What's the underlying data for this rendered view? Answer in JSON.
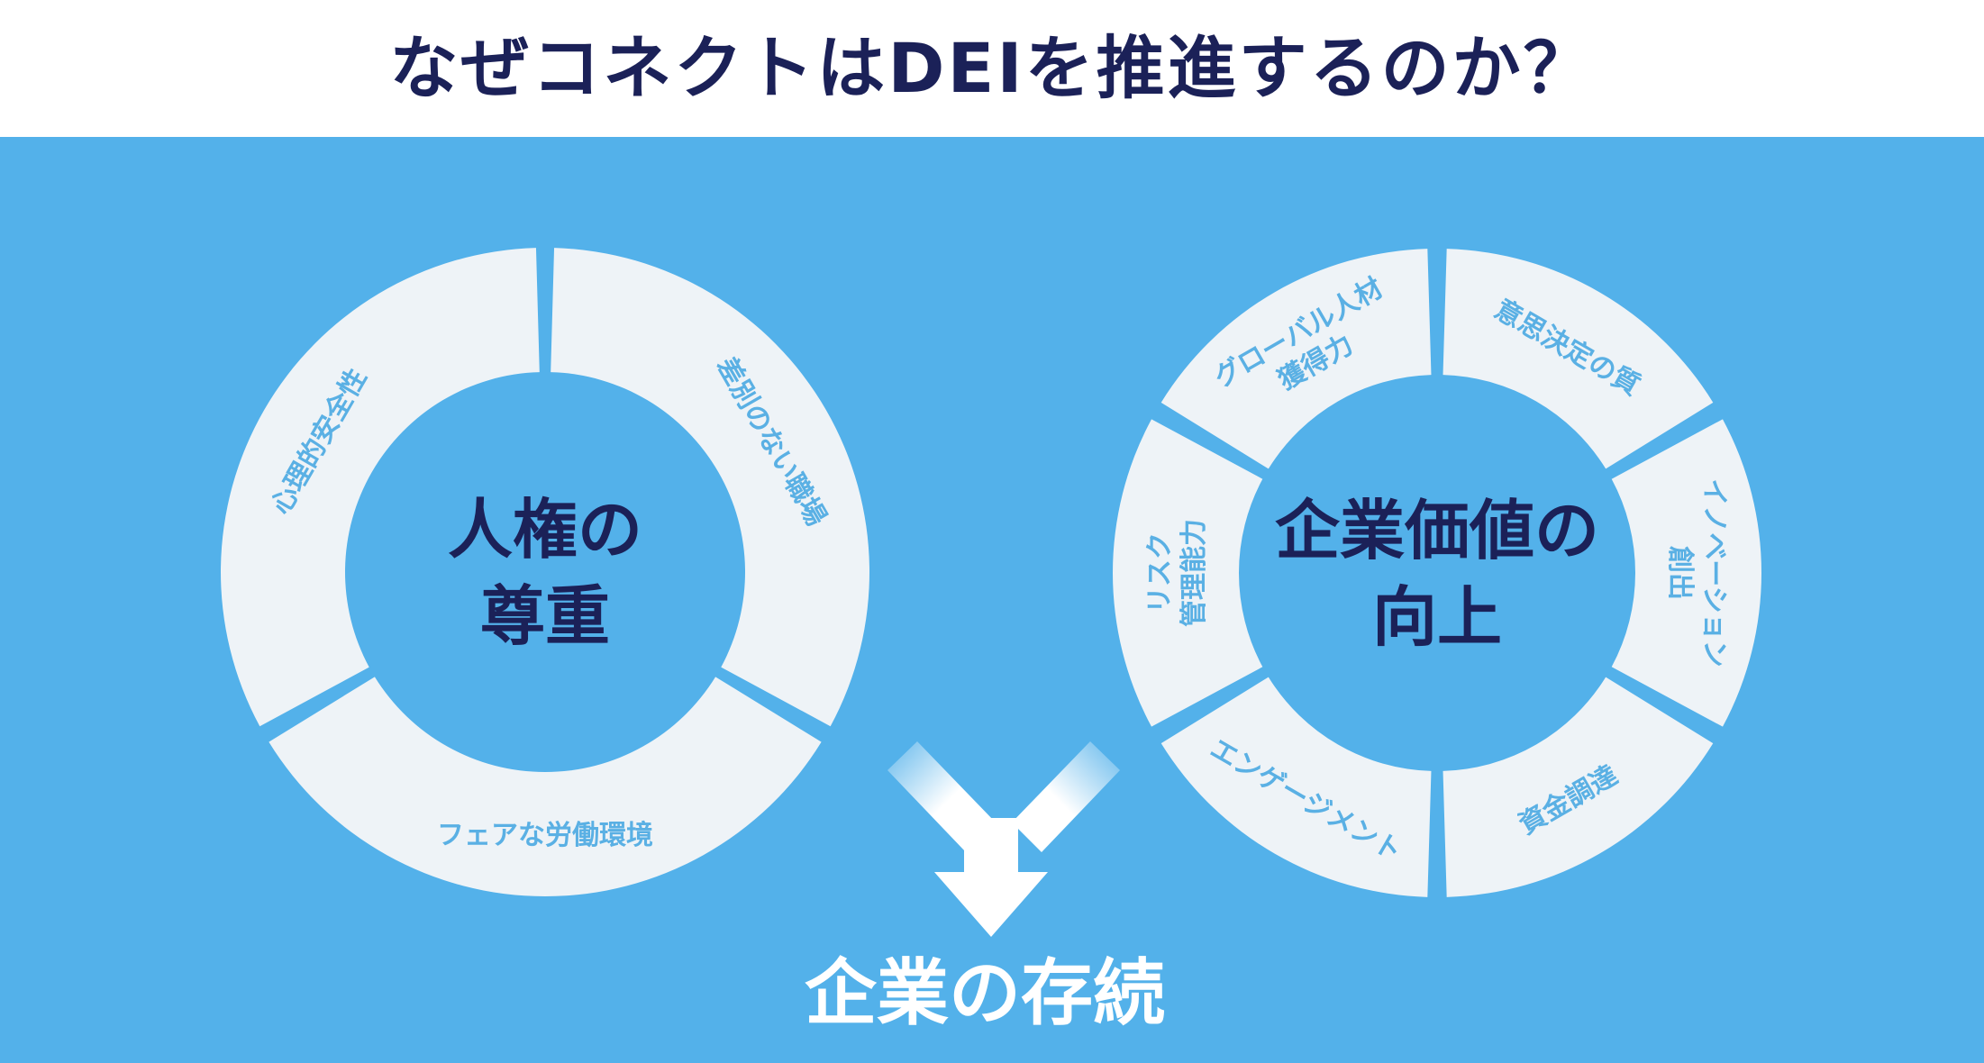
{
  "title": "なぜコネクトはDEIを推進するのか？",
  "colors": {
    "title_text": "#1b2158",
    "panel_background": "#53b1ea",
    "ring_segment": "#eef3f7",
    "segment_text": "#5ab0e4",
    "center_text": "#1b2158",
    "result_text": "#ffffff"
  },
  "left_cycle": {
    "center_lines": [
      "人権の",
      "尊重"
    ],
    "segments": [
      {
        "label": "差別のない職場"
      },
      {
        "label": "フェアな労働環境"
      },
      {
        "label": "心理的安全性"
      }
    ]
  },
  "right_cycle": {
    "center_lines": [
      "企業価値の",
      "向上"
    ],
    "segments": [
      {
        "lines": [
          "意思決定の質"
        ]
      },
      {
        "lines": [
          "イノベーション",
          "創出"
        ]
      },
      {
        "lines": [
          "資金調達"
        ]
      },
      {
        "lines": [
          "エンゲージメント"
        ]
      },
      {
        "lines": [
          "リスク",
          "管理能力"
        ]
      },
      {
        "lines": [
          "グローバル人材",
          "獲得力"
        ]
      }
    ]
  },
  "result": {
    "label": "企業の存続"
  },
  "icons": {
    "merge_arrow": "merge-arrow-icon"
  }
}
